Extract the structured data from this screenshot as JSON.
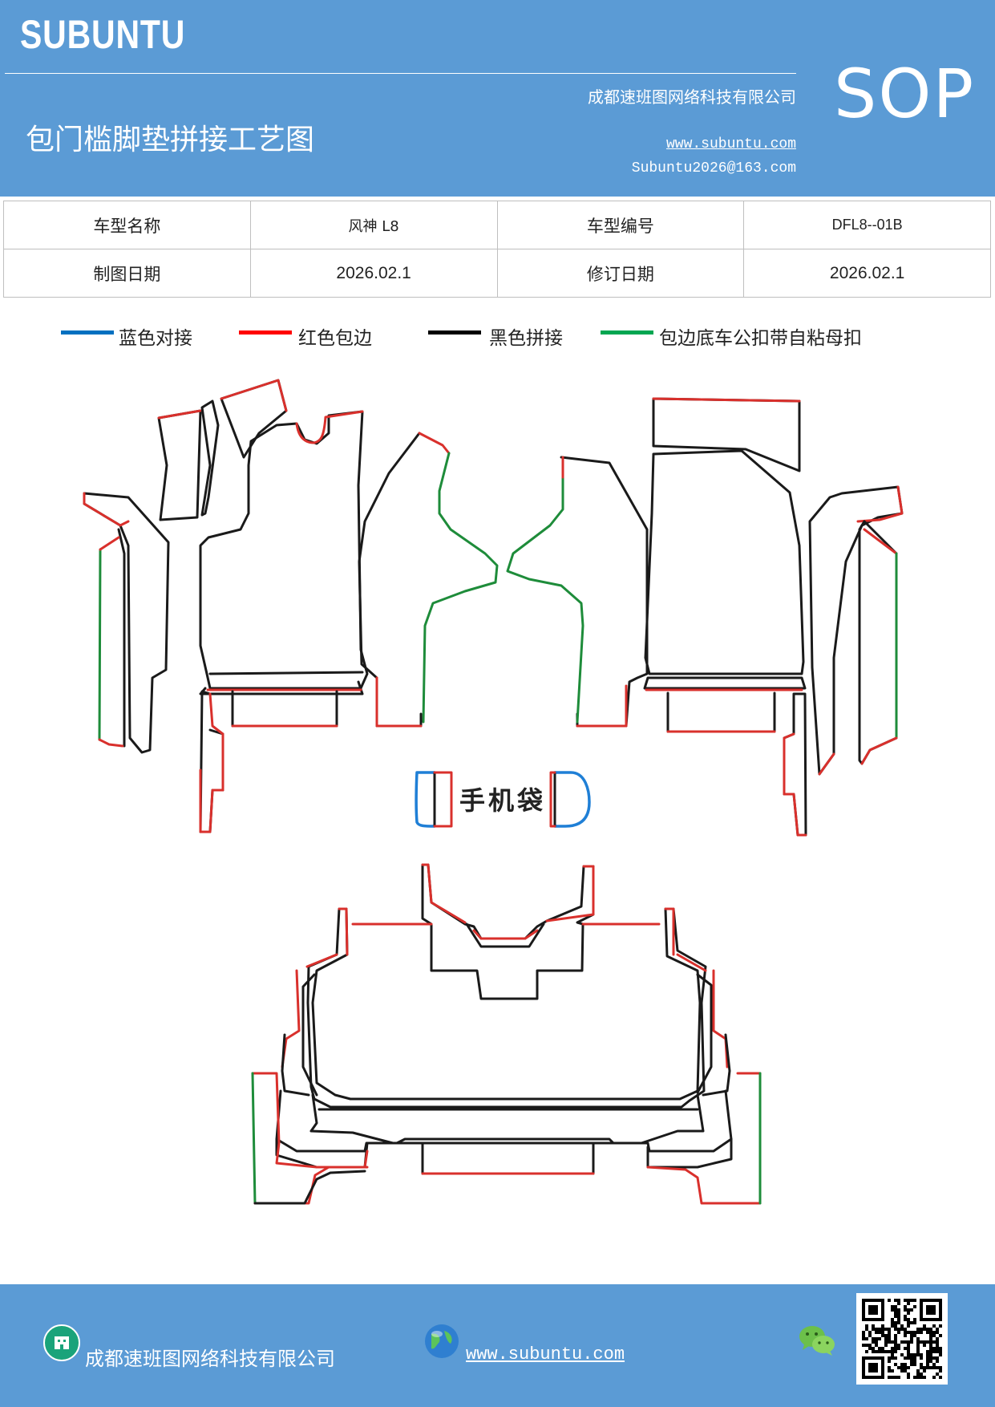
{
  "header": {
    "brand": "SUBUNTU",
    "badge": "SOP",
    "company": "成都速班图网络科技有限公司",
    "title": "包门槛脚垫拼接工艺图",
    "website": "www.subuntu.com",
    "email": "Subuntu2026@163.com"
  },
  "info_table": {
    "model_name_label": "车型名称",
    "model_name_value": "风神 L8",
    "model_code_label": "车型编号",
    "model_code_value": "DFL8--01B",
    "draw_date_label": "制图日期",
    "draw_date_value": "2026.02.1",
    "revise_date_label": "修订日期",
    "revise_date_value": "2026.02.1"
  },
  "legend": [
    {
      "label": "蓝色对接",
      "color": "#0070c0"
    },
    {
      "label": "红色包边",
      "color": "#ff0000"
    },
    {
      "label": "黑色拼接",
      "color": "#000000"
    },
    {
      "label": "包边底车公扣带自粘母扣",
      "color": "#00a651"
    }
  ],
  "diagram": {
    "phone_bag_label": "手机袋",
    "colors": {
      "outline": "#1a1a1a",
      "edge": "#d9302c",
      "hook": "#1e8c3a",
      "join": "#1f7fd6"
    }
  },
  "footer": {
    "company": "成都速班图网络科技有限公司",
    "website": "www.subuntu.com",
    "icons": [
      "building-icon",
      "globe-icon",
      "wechat-icon",
      "qr-code"
    ]
  },
  "colors": {
    "header_bg": "#5b9bd5",
    "footer_bg": "#5b9bd5"
  }
}
